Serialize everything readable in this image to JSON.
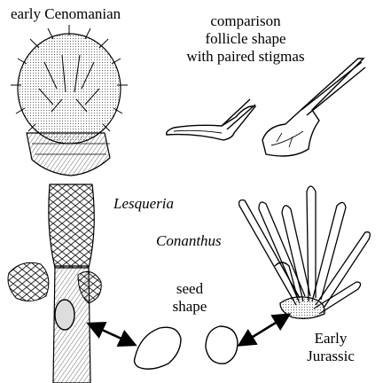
{
  "labels": {
    "early_cenomanian": "early Cenomanian",
    "comparison_line1": "comparison",
    "comparison_line2": "follicle shape",
    "comparison_line3": "with paired stigmas",
    "lesqueria": "Lesqueria",
    "conanthus": "Conanthus",
    "seed_line1": "seed",
    "seed_line2": "shape",
    "early_jurassic_line1": "Early",
    "early_jurassic_line2": "Jurassic"
  }
}
